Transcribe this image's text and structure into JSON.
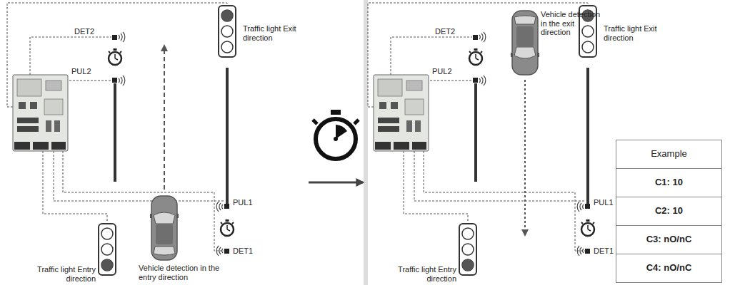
{
  "diagram": {
    "labels": [
      "DET2",
      "PUL2",
      "Traffic light Exit direction",
      "PUL1",
      "DET1",
      "Traffic light Entry direction",
      "Vehicle detection in the entry direction",
      "DET2",
      "PUL2",
      "Vehicle detection in the exit direction",
      "Traffic light Exit direction",
      "PUL1",
      "DET1",
      "Traffic light Entry direction",
      "Example",
      "C1: 10",
      "C2: 10",
      "C3: nO/nC",
      "C4: nO/nC"
    ]
  }
}
